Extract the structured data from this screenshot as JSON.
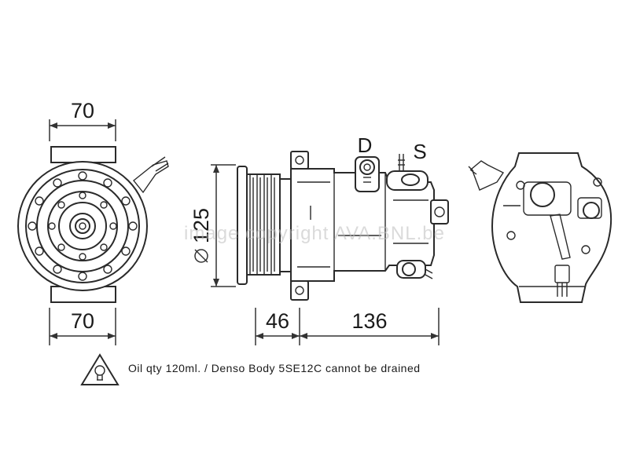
{
  "dimensions": {
    "front_top_width": "70",
    "front_bottom_width": "70",
    "pulley_diameter": "125",
    "pulley_length": "46",
    "body_length": "136"
  },
  "ports": {
    "discharge_label": "D",
    "suction_label": "S"
  },
  "note": {
    "text": "Oil qty 120ml. / Denso Body 5SE12C cannot be drained",
    "icon": "warning-bulb-icon"
  },
  "watermark": "image copyright AVA.BNL.be"
}
